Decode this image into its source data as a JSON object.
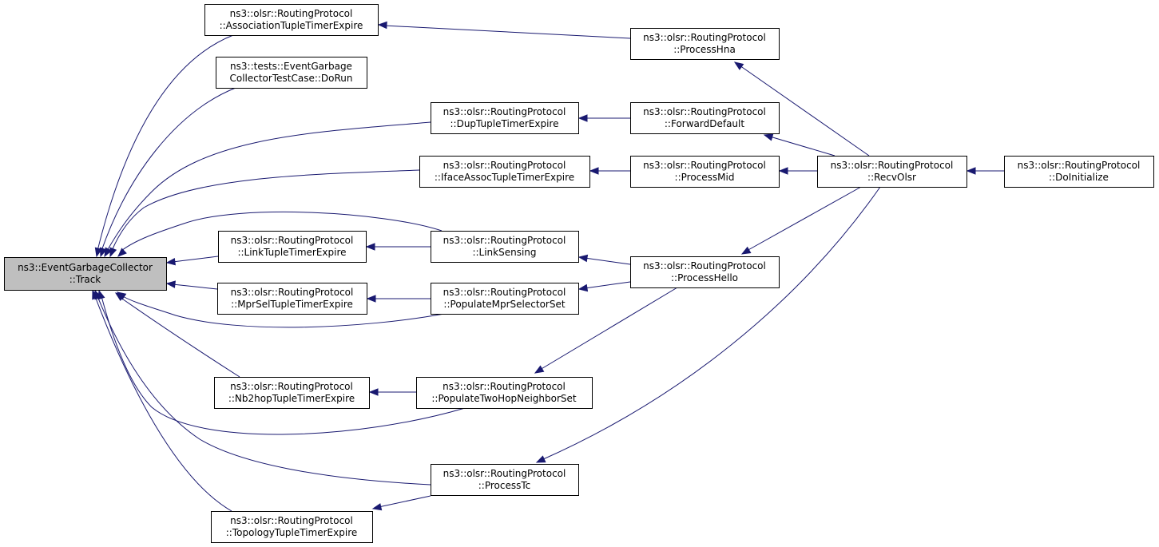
{
  "graph": {
    "root": "track",
    "nodes": [
      {
        "id": "track",
        "lines": [
          "ns3::EventGarbageCollector",
          "::Track"
        ],
        "highlight": true
      },
      {
        "id": "assoc_expire",
        "lines": [
          "ns3::olsr::RoutingProtocol",
          "::AssociationTupleTimerExpire"
        ]
      },
      {
        "id": "test_dorun",
        "lines": [
          "ns3::tests::EventGarbage",
          "CollectorTestCase::DoRun"
        ]
      },
      {
        "id": "dup_expire",
        "lines": [
          "ns3::olsr::RoutingProtocol",
          "::DupTupleTimerExpire"
        ]
      },
      {
        "id": "iface_expire",
        "lines": [
          "ns3::olsr::RoutingProtocol",
          "::IfaceAssocTupleTimerExpire"
        ]
      },
      {
        "id": "link_expire",
        "lines": [
          "ns3::olsr::RoutingProtocol",
          "::LinkTupleTimerExpire"
        ]
      },
      {
        "id": "mprsel_expire",
        "lines": [
          "ns3::olsr::RoutingProtocol",
          "::MprSelTupleTimerExpire"
        ]
      },
      {
        "id": "nb2hop_expire",
        "lines": [
          "ns3::olsr::RoutingProtocol",
          "::Nb2hopTupleTimerExpire"
        ]
      },
      {
        "id": "topology_expire",
        "lines": [
          "ns3::olsr::RoutingProtocol",
          "::TopologyTupleTimerExpire"
        ]
      },
      {
        "id": "link_sensing",
        "lines": [
          "ns3::olsr::RoutingProtocol",
          "::LinkSensing"
        ]
      },
      {
        "id": "populate_mpr",
        "lines": [
          "ns3::olsr::RoutingProtocol",
          "::PopulateMprSelectorSet"
        ]
      },
      {
        "id": "populate_2hop",
        "lines": [
          "ns3::olsr::RoutingProtocol",
          "::PopulateTwoHopNeighborSet"
        ]
      },
      {
        "id": "process_tc",
        "lines": [
          "ns3::olsr::RoutingProtocol",
          "::ProcessTc"
        ]
      },
      {
        "id": "process_hna",
        "lines": [
          "ns3::olsr::RoutingProtocol",
          "::ProcessHna"
        ]
      },
      {
        "id": "forward_default",
        "lines": [
          "ns3::olsr::RoutingProtocol",
          "::ForwardDefault"
        ]
      },
      {
        "id": "process_mid",
        "lines": [
          "ns3::olsr::RoutingProtocol",
          "::ProcessMid"
        ]
      },
      {
        "id": "process_hello",
        "lines": [
          "ns3::olsr::RoutingProtocol",
          "::ProcessHello"
        ]
      },
      {
        "id": "recv_olsr",
        "lines": [
          "ns3::olsr::RoutingProtocol",
          "::RecvOlsr"
        ]
      },
      {
        "id": "do_initialize",
        "lines": [
          "ns3::olsr::RoutingProtocol",
          "::DoInitialize"
        ]
      }
    ],
    "edges": [
      {
        "from": "assoc_expire",
        "to": "track"
      },
      {
        "from": "test_dorun",
        "to": "track"
      },
      {
        "from": "dup_expire",
        "to": "track"
      },
      {
        "from": "iface_expire",
        "to": "track"
      },
      {
        "from": "link_sensing",
        "to": "track"
      },
      {
        "from": "link_expire",
        "to": "track"
      },
      {
        "from": "mprsel_expire",
        "to": "track"
      },
      {
        "from": "populate_mpr",
        "to": "track"
      },
      {
        "from": "nb2hop_expire",
        "to": "track"
      },
      {
        "from": "populate_2hop",
        "to": "track"
      },
      {
        "from": "process_tc",
        "to": "track"
      },
      {
        "from": "topology_expire",
        "to": "track"
      },
      {
        "from": "process_hna",
        "to": "assoc_expire"
      },
      {
        "from": "forward_default",
        "to": "dup_expire"
      },
      {
        "from": "process_mid",
        "to": "iface_expire"
      },
      {
        "from": "link_sensing",
        "to": "link_expire"
      },
      {
        "from": "populate_mpr",
        "to": "mprsel_expire"
      },
      {
        "from": "populate_2hop",
        "to": "nb2hop_expire"
      },
      {
        "from": "process_tc",
        "to": "topology_expire"
      },
      {
        "from": "process_hello",
        "to": "link_sensing"
      },
      {
        "from": "process_hello",
        "to": "populate_mpr"
      },
      {
        "from": "process_hello",
        "to": "populate_2hop"
      },
      {
        "from": "recv_olsr",
        "to": "process_hna"
      },
      {
        "from": "recv_olsr",
        "to": "forward_default"
      },
      {
        "from": "recv_olsr",
        "to": "process_mid"
      },
      {
        "from": "recv_olsr",
        "to": "process_hello"
      },
      {
        "from": "recv_olsr",
        "to": "process_tc"
      },
      {
        "from": "do_initialize",
        "to": "recv_olsr"
      }
    ]
  },
  "colors": {
    "edge": "#191970",
    "root_fill": "#bfbfbf",
    "node_fill": "#ffffff",
    "border": "#000000"
  }
}
